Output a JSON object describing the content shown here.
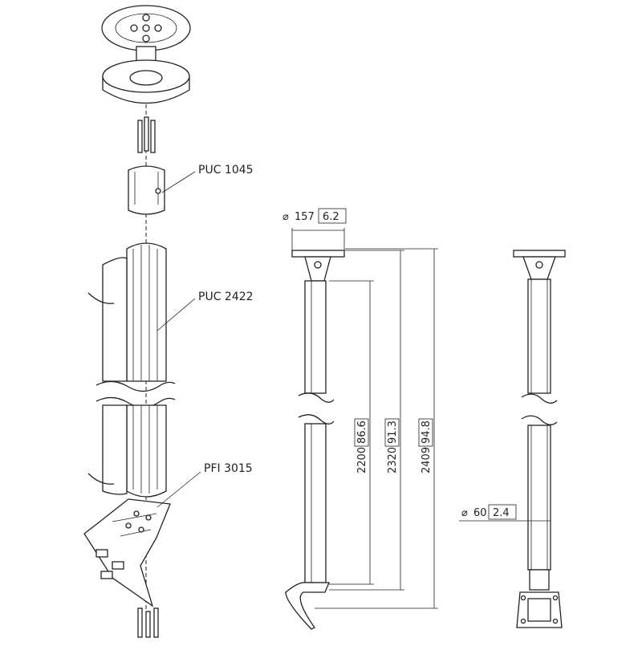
{
  "parts": {
    "puc1045": "PUC 1045",
    "puc2422": "PUC 2422",
    "pfi3015": "PFI 3015"
  },
  "dimensions": {
    "top_dia_mm": "157",
    "top_dia_in": "6.2",
    "tube_dia_mm": "60",
    "tube_dia_in": "2.4",
    "len1_mm": "2200",
    "len1_in": "86.6",
    "len2_mm": "2320",
    "len2_in": "91.3",
    "len3_mm": "2409",
    "len3_in": "94.8"
  }
}
